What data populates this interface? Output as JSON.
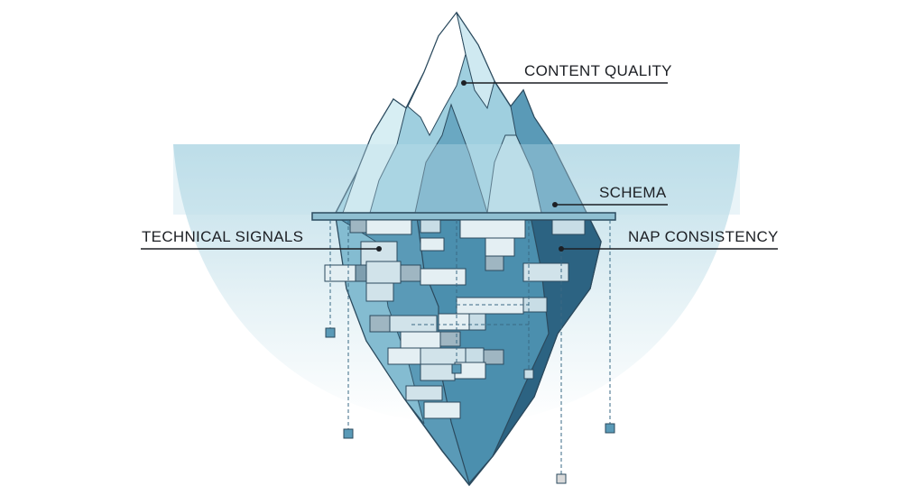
{
  "labels": {
    "content_quality": "CONTENT QUALITY",
    "schema": "SCHEMA",
    "technical_signals": "TECHNICAL SIGNALS",
    "nap_consistency": "NAP CONSISTENCY"
  },
  "colors": {
    "water": "#cfe6ef",
    "ice_light": "#d7eef3",
    "ice_mid": "#8cc3d6",
    "ice_deep": "#4b8fae",
    "ice_dark": "#2c6382",
    "outline": "#2b4a5e",
    "line": "#1c1f24"
  }
}
